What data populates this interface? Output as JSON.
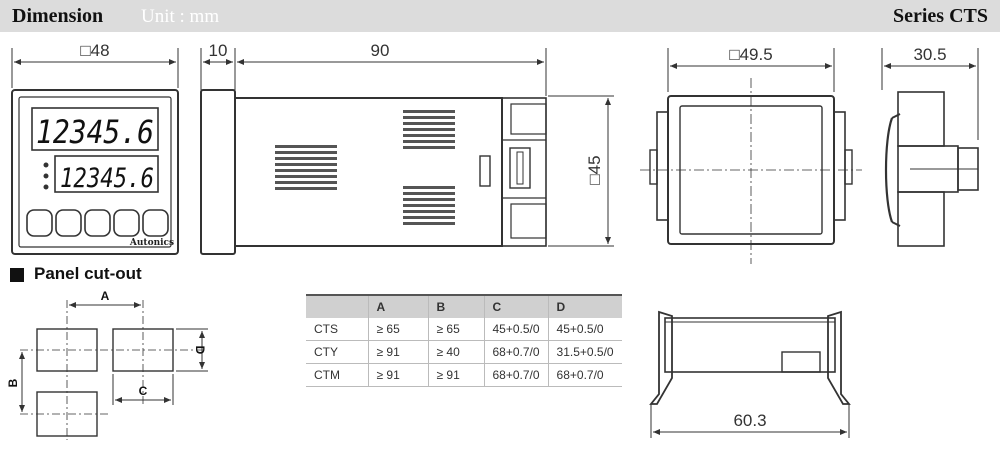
{
  "header": {
    "title": "Dimension",
    "unit": "Unit : mm",
    "series": "Series CTS"
  },
  "front_view": {
    "width_label": "□48",
    "display_top": "12345.6",
    "display_bottom": "12345.6",
    "brand": "Autonics"
  },
  "side_view": {
    "depth_front_label": "10",
    "depth_body_label": "90",
    "height_label": "□45"
  },
  "bracket_view": {
    "width_label": "□49.5",
    "depth_label": "30.5",
    "bottom_width_label": "60.3"
  },
  "cutout": {
    "title": "Panel cut-out",
    "label_a": "A",
    "label_b": "B",
    "label_c": "C",
    "label_d": "D"
  },
  "table": {
    "headers": [
      "",
      "A",
      "B",
      "C",
      "D"
    ],
    "rows": [
      [
        "CTS",
        "≥ 65",
        "≥ 65",
        "45+0.5/0",
        "45+0.5/0"
      ],
      [
        "CTY",
        "≥ 91",
        "≥ 40",
        "68+0.7/0",
        "31.5+0.5/0"
      ],
      [
        "CTM",
        "≥ 91",
        "≥ 91",
        "68+0.7/0",
        "68+0.7/0"
      ]
    ]
  },
  "colors": {
    "header_bg": "#dcdcdc",
    "line": "#333333",
    "table_header_bg": "#d0d0d0"
  }
}
